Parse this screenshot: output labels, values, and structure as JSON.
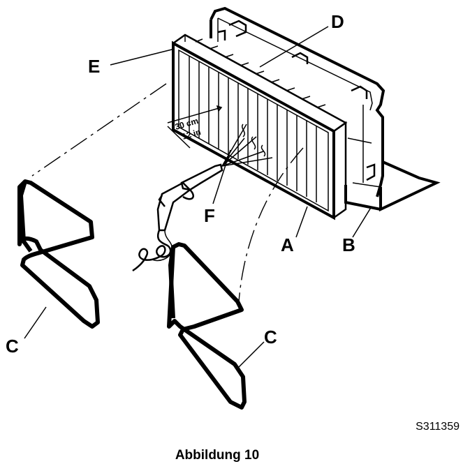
{
  "figure": {
    "callouts": {
      "a": "A",
      "b": "B",
      "c_left": "C",
      "c_right": "C",
      "d": "D",
      "e": "E",
      "f": "F"
    },
    "dimension": {
      "metric": "30 cm",
      "imperial": "12 in"
    },
    "drawing_code": "S311359",
    "caption": "Abbildung 10"
  }
}
